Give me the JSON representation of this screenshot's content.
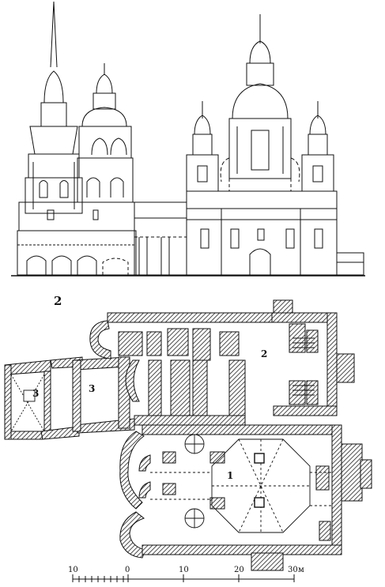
{
  "figure_label": "2",
  "room_labels": {
    "refectory": "2",
    "church": "1",
    "annex_left": "3",
    "annex_right": "3"
  },
  "scale_bar": {
    "ticks": [
      "10",
      "0",
      "10",
      "20",
      "30"
    ],
    "unit": "м"
  },
  "colors": {
    "ink": "#111111",
    "paper": "#ffffff",
    "hatch": "#222222"
  }
}
